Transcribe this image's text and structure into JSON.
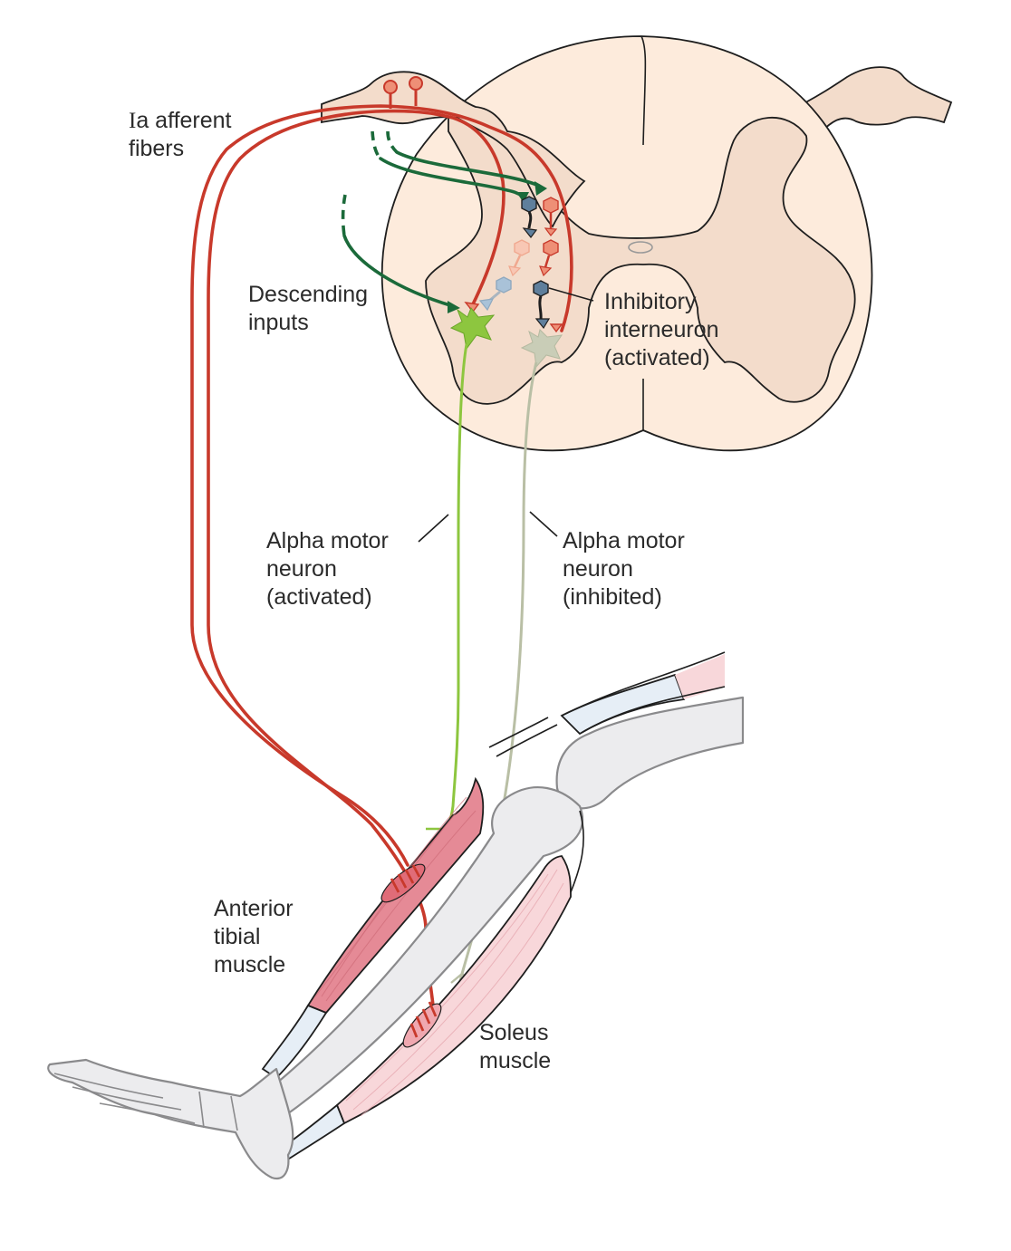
{
  "figure": {
    "title": "Reciprocal inhibition of antagonist muscle via Ia afferent pathway",
    "labels": {
      "ia_afferent": {
        "prefix": "I",
        "line1_rest": "a afferent",
        "line2": "fibers"
      },
      "descending_inputs": {
        "line1": "Descending",
        "line2": "inputs"
      },
      "inhibitory_interneuron": {
        "line1": "Inhibitory",
        "line2": "interneuron",
        "line3": "(activated)"
      },
      "alpha_motor_activated": {
        "line1": "Alpha motor",
        "line2": "neuron",
        "line3": "(activated)"
      },
      "alpha_motor_inhibited": {
        "line1": "Alpha motor",
        "line2": "neuron",
        "line3": "(inhibited)"
      },
      "anterior_tibial": {
        "line1": "Anterior",
        "line2": "tibial",
        "line3": "muscle"
      },
      "soleus": {
        "line1": "Soleus",
        "line2": "muscle"
      }
    },
    "colors": {
      "afferent_red": "#c8392b",
      "descending_green": "#1b6a3a",
      "motor_activated_green": "#8dc63f",
      "motor_inhibited_gray": "#b9bfa5",
      "interneuron_blue": "#5f7f9c",
      "interneuron_faded_blue": "#a9c2d8",
      "excitatory_orange": "#ee7b5e",
      "cord_white_matter": "#fdebdc",
      "cord_gray_matter": "#f3dccb",
      "anterior_muscle": "#e58a96",
      "soleus_muscle": "#f8d7da",
      "bone": "#ececee"
    }
  }
}
